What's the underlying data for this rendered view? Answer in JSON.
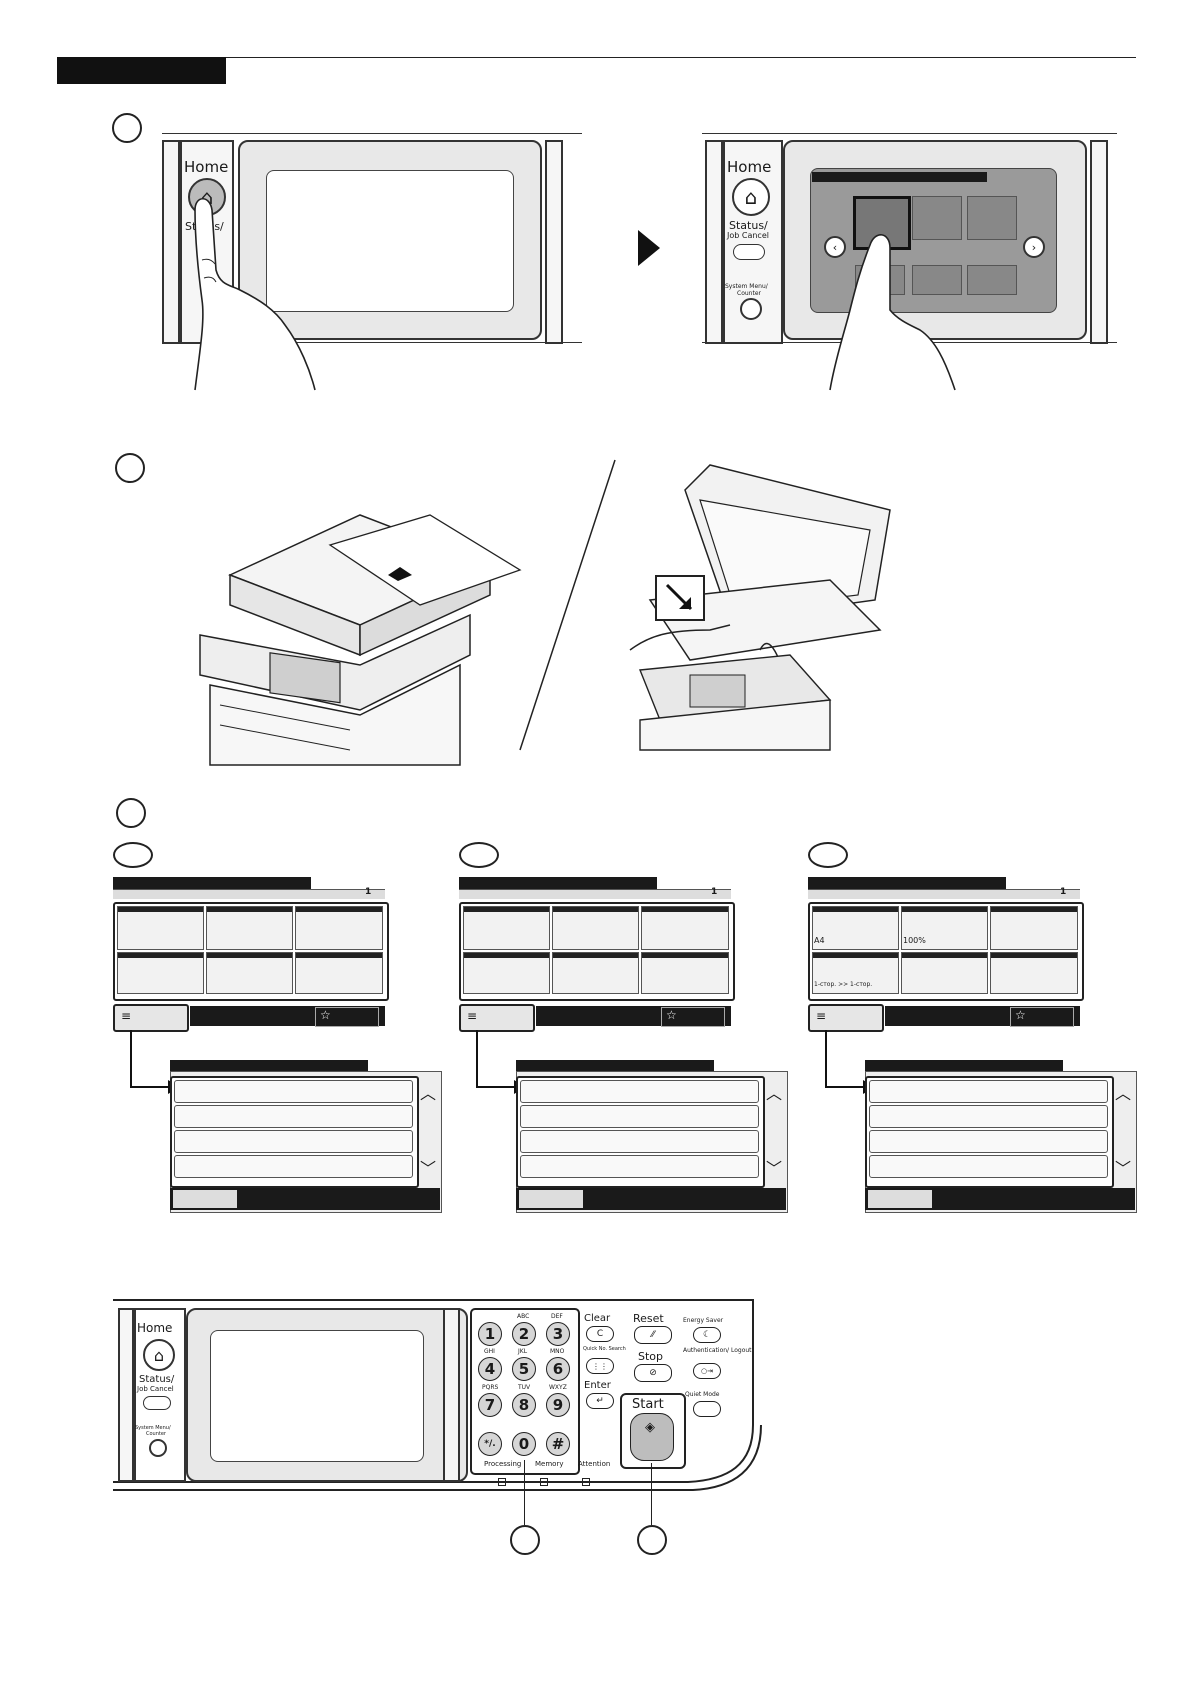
{
  "figure": {
    "panel_button_labels": {
      "home": "Home",
      "status": "Status/",
      "job_cancel": "Job Cancel",
      "system_menu": "System Menu/",
      "counter": "Counter"
    },
    "copy_screen": {
      "page_number": "1",
      "example_c_paper": "A4",
      "example_c_zoom": "100%",
      "example_c_duplex": "1-стор. >> 1-стор."
    },
    "keypad": {
      "keys": [
        {
          "digit": "1",
          "letters": ""
        },
        {
          "digit": "2",
          "letters": "ABC"
        },
        {
          "digit": "3",
          "letters": "DEF"
        },
        {
          "digit": "4",
          "letters": "GHI"
        },
        {
          "digit": "5",
          "letters": "JKL"
        },
        {
          "digit": "6",
          "letters": "MNO"
        },
        {
          "digit": "7",
          "letters": "PQRS"
        },
        {
          "digit": "8",
          "letters": "TUV"
        },
        {
          "digit": "9",
          "letters": "WXYZ"
        },
        {
          "digit": "*/.",
          "letters": ""
        },
        {
          "digit": "0",
          "letters": ""
        },
        {
          "digit": "#",
          "letters": ""
        }
      ],
      "clear": "Clear",
      "clear_key": "C",
      "quick_no_search": "Quick No. Search",
      "enter": "Enter",
      "reset": "Reset",
      "stop": "Stop",
      "start": "Start",
      "energy_saver": "Energy Saver",
      "authentication_logout": "Authentication/ Logout",
      "quiet_mode": "Quiet Mode",
      "processing": "Processing",
      "memory": "Memory",
      "attention": "Attention"
    },
    "icons": [
      "home-icon",
      "hand-pointer-icon",
      "arrow-right-icon",
      "original-placement-icon",
      "star-icon",
      "list-icon",
      "chevron-up-icon",
      "chevron-down-icon",
      "start-diamond-icon"
    ]
  }
}
